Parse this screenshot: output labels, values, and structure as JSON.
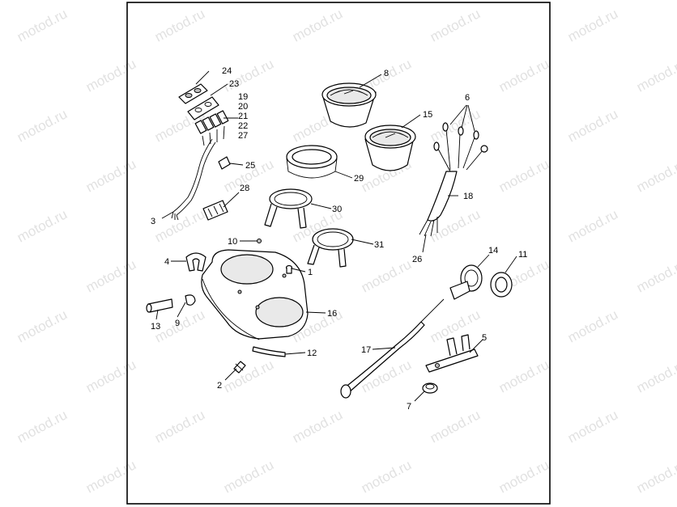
{
  "watermark": "motod.ru",
  "callouts": {
    "c1": "1",
    "c2": "2",
    "c3": "3",
    "c4": "4",
    "c5": "5",
    "c6": "6",
    "c7": "7",
    "c8": "8",
    "c9": "9",
    "c10": "10",
    "c11": "11",
    "c12": "12",
    "c13": "13",
    "c14": "14",
    "c15": "15",
    "c16": "16",
    "c17": "17",
    "c18": "18",
    "c19": "19",
    "c20": "20",
    "c21": "21",
    "c22": "22",
    "c23": "23",
    "c24": "24",
    "c25": "25",
    "c26": "26",
    "c27": "27",
    "c28": "28",
    "c29": "29",
    "c30": "30",
    "c31": "31"
  },
  "colors": {
    "frame": "#000000",
    "watermark": "#c9c9c9",
    "background": "#ffffff"
  }
}
